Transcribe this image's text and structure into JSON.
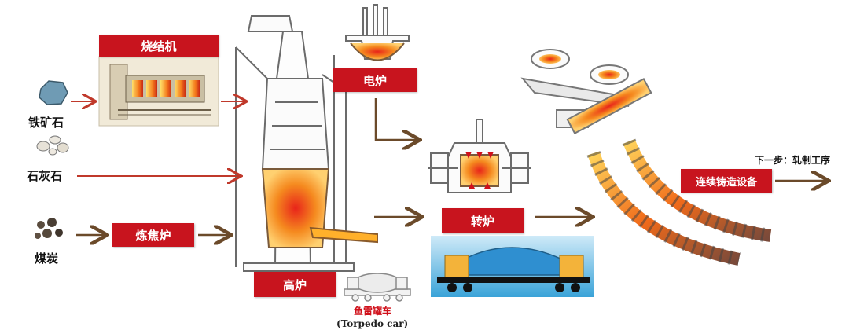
{
  "labels": {
    "iron_ore": "铁矿石",
    "limestone": "石灰石",
    "coal": "煤炭",
    "sinter_machine": "烧结机",
    "coke_oven": "炼焦炉",
    "blast_furnace": "高炉",
    "electric_furnace": "电炉",
    "converter": "转炉",
    "continuous_casting": "连续铸造设备",
    "next_step": "下一步：轧制工序",
    "torpedo_car_cn": "鱼雷罐车",
    "torpedo_car_en": "(Torpedo car)"
  },
  "colors": {
    "label_red": "#c8141e",
    "arrow_red": "#c0392b",
    "arrow_brown": "#6b4a2a",
    "molten": "#f07a1a"
  },
  "icons": {
    "iron_ore": "iron-ore-icon",
    "limestone": "limestone-icon",
    "coal": "coal-icon",
    "sinter_machine": "sinter-machine-icon",
    "blast_furnace": "blast-furnace-icon",
    "electric_furnace": "electric-furnace-icon",
    "converter": "converter-icon",
    "torpedo_car": "torpedo-car-icon",
    "ladle_car": "ladle-car-icon",
    "continuous_caster": "continuous-caster-icon"
  }
}
